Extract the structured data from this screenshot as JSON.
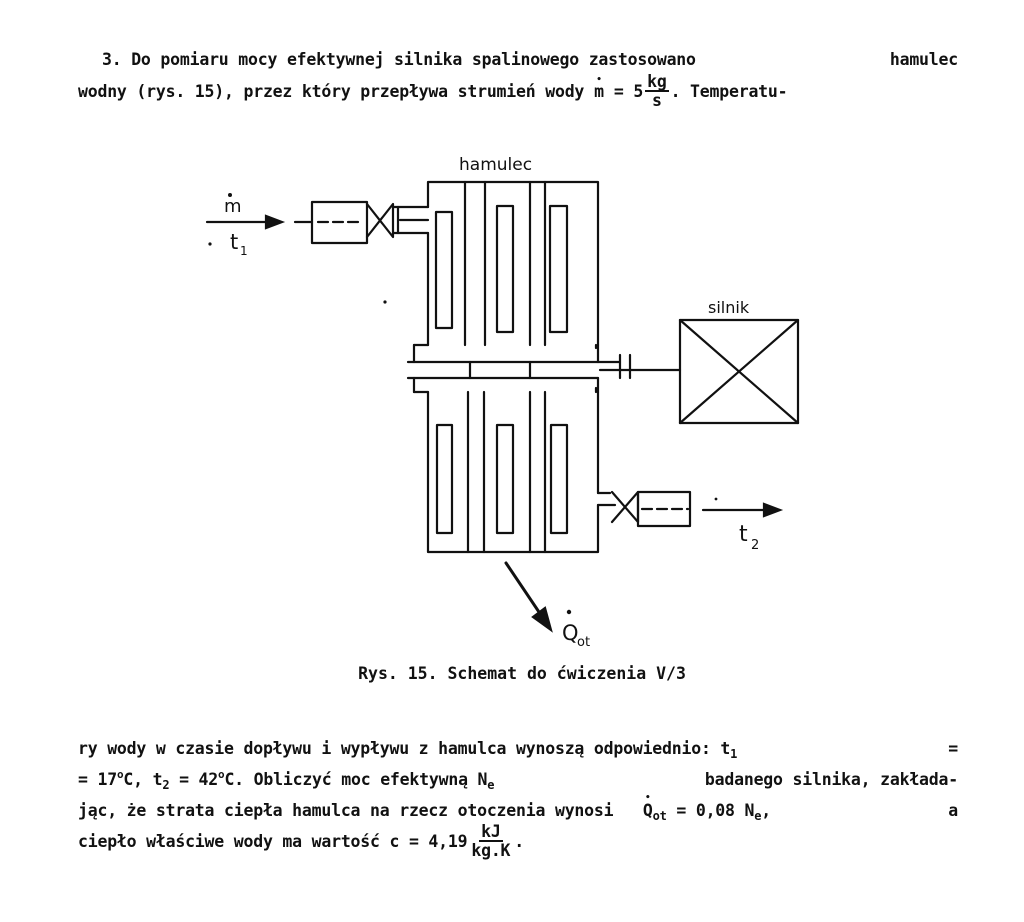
{
  "paragraph_top": {
    "line1": {
      "number": "3.",
      "text": "Do pomiaru mocy efektywnej silnika spalinowego zastosowano",
      "end": "hamulec"
    },
    "line2": {
      "text": "wodny (rys. 15), przez który przepływa strumień wody",
      "m_symbol": "m",
      "equals": "= 5",
      "frac_num": "kg",
      "frac_den": "s",
      "end": ". Temperatu-"
    }
  },
  "diagram": {
    "label_hamulec": "hamulec",
    "label_silnik": "silnik",
    "label_m": "m",
    "label_t1": "t",
    "label_t1_sub": "1",
    "label_t2": "t",
    "label_t2_sub": "2",
    "label_q": "Q",
    "label_q_sub": "ot"
  },
  "caption": "Rys. 15. Schemat do ćwiczenia V/3",
  "paragraph_bottom": {
    "line1": {
      "text": "ry wody w czasie dopływu i wypływu z hamulca wynoszą odpowiednio: t",
      "sub": "1",
      "end": "="
    },
    "line2": {
      "part1": "= 17",
      "sup1": "o",
      "part2": "C,  t",
      "sub2": "2",
      "part3": " = 42",
      "sup3": "o",
      "part4": "C. Obliczyć moc efektywną N",
      "sub4": "e",
      "end": "badanego silnika, zakłada-"
    },
    "line3": {
      "part1": "jąc, że strata ciepła hamulca na rzecz otoczenia wynosi",
      "q": "Q",
      "q_sub": "ot",
      "part2": "= 0,08 N",
      "sub2": "e",
      "part3": ",",
      "end": "a"
    },
    "line4": {
      "part1": "ciepło właściwe wody ma wartość  c = 4,19",
      "frac_num": "kJ",
      "frac_den": "kg.K",
      "end": "."
    }
  }
}
